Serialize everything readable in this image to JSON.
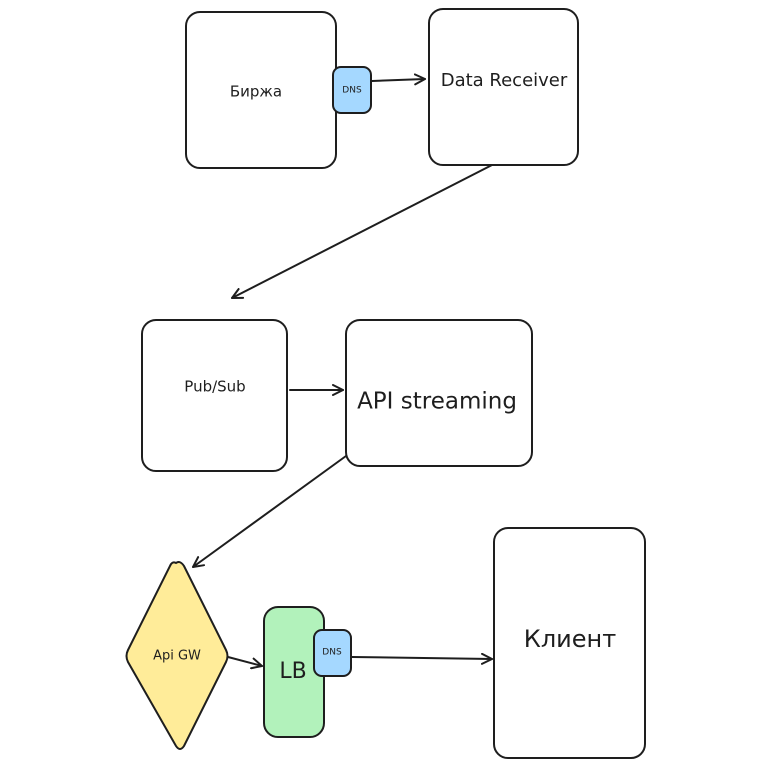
{
  "diagram": {
    "nodes": {
      "exchange": {
        "label": "Биржа",
        "fill": "#ffffff"
      },
      "data_receiver": {
        "label": "Data Receiver",
        "fill": "#ffffff"
      },
      "exchange_dns": {
        "label": "DNS",
        "fill": "#a5d8ff"
      },
      "pubsub": {
        "label": "Pub/Sub",
        "fill": "#ffffff"
      },
      "api_streaming": {
        "label": "API streaming",
        "fill": "#ffffff"
      },
      "api_gw": {
        "label": "Api GW",
        "fill": "#ffec99"
      },
      "lb": {
        "label": "LB",
        "fill": "#b2f2bb"
      },
      "lb_dns": {
        "label": "DNS",
        "fill": "#a5d8ff"
      },
      "client": {
        "label": "Клиент",
        "fill": "#ffffff"
      }
    },
    "edges": [
      {
        "from": "exchange_dns",
        "to": "data_receiver"
      },
      {
        "from": "data_receiver",
        "to": "pubsub"
      },
      {
        "from": "pubsub",
        "to": "api_streaming"
      },
      {
        "from": "api_streaming",
        "to": "api_gw"
      },
      {
        "from": "api_gw",
        "to": "lb"
      },
      {
        "from": "lb_dns",
        "to": "client"
      }
    ],
    "stroke_color": "#1e1e1e"
  }
}
